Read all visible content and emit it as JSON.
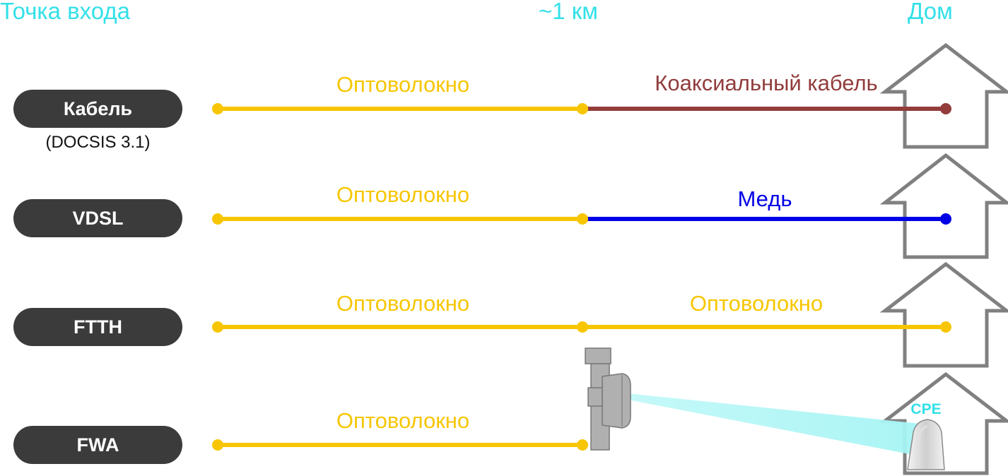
{
  "headers": {
    "entry_point": "Точка входа",
    "distance": "~1 км",
    "home": "Дом"
  },
  "rows": [
    {
      "technology": "Кабель",
      "note": "(DOCSIS 3.1)",
      "segment1": {
        "label": "Оптоволокно",
        "color": "#f7c600"
      },
      "segment2": {
        "label": "Коаксиальный кабель",
        "color": "#923c3c"
      }
    },
    {
      "technology": "VDSL",
      "segment1": {
        "label": "Оптоволокно",
        "color": "#f7c600"
      },
      "segment2": {
        "label": "Медь",
        "color": "#0000e6"
      }
    },
    {
      "technology": "FTTH",
      "segment1": {
        "label": "Оптоволокно",
        "color": "#f7c600"
      },
      "segment2": {
        "label": "Оптоволокно",
        "color": "#f7c600"
      }
    },
    {
      "technology": "FWA",
      "segment1": {
        "label": "Оптоволокно",
        "color": "#f7c600"
      },
      "wireless": {
        "device_label": "CPE",
        "beam_color": "#bff8f8"
      }
    }
  ],
  "colors": {
    "header_text": "#33e0e8",
    "pill_background": "#3b3b3b",
    "fiber": "#f7c600",
    "coax": "#923c3c",
    "copper": "#0000e6",
    "house_outline": "#808080",
    "tower": "#b0b0b0"
  }
}
